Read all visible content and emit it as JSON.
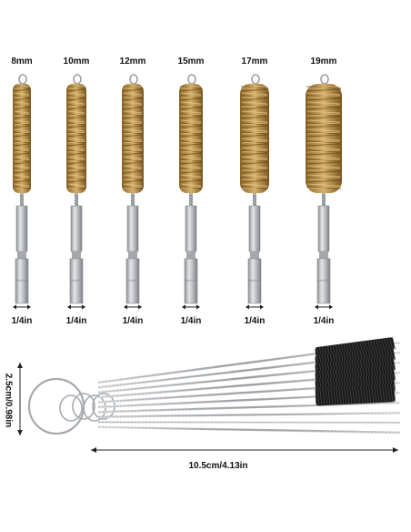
{
  "bore_brushes": [
    {
      "size": "8mm",
      "shank": "1/4in"
    },
    {
      "size": "10mm",
      "shank": "1/4in"
    },
    {
      "size": "12mm",
      "shank": "1/4in"
    },
    {
      "size": "15mm",
      "shank": "1/4in"
    },
    {
      "size": "17mm",
      "shank": "1/4in"
    },
    {
      "size": "19mm",
      "shank": "1/4in"
    }
  ],
  "cleaning_brush_set": {
    "length": "10.5cm/4.13in",
    "width": "2.5cm/0.98in",
    "count": 10
  },
  "colors": {
    "bronze_bristle": "#c49a4f",
    "bronze_dark": "#8a6428",
    "steel": "#b9bcc0",
    "nylon_bristle": "#1a1a1a"
  }
}
